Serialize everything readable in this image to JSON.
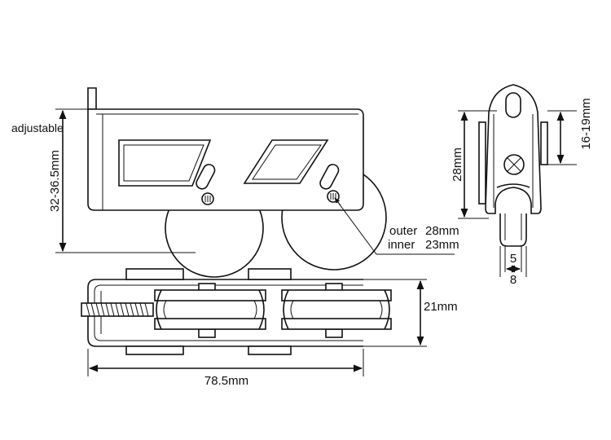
{
  "diagram": {
    "labels": {
      "adjustable": "adjustable",
      "height_range": "32-36.5mm",
      "outer_label": "outer",
      "outer_value": "28mm",
      "inner_label": "inner",
      "inner_value": "23mm",
      "width_total": "78.5mm",
      "depth": "21mm",
      "side_height": "28mm",
      "side_range": "16-19mm",
      "groove_inner": "5",
      "groove_outer": "8"
    },
    "colors": {
      "line": "#111111",
      "background": "#ffffff"
    }
  }
}
